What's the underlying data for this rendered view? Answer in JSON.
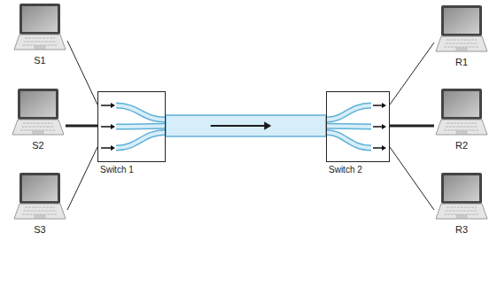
{
  "diagram": {
    "nodes": [
      {
        "text": [
          "S1"
        ]
      },
      {
        "text": [
          "S2"
        ]
      },
      {
        "text": [
          "S3"
        ]
      },
      {
        "text": [
          "Switch 1"
        ]
      },
      {
        "text": [
          "Switch 2"
        ]
      },
      {
        "text": [
          "R1"
        ]
      },
      {
        "text": [
          "R2"
        ]
      },
      {
        "text": [
          "R3"
        ]
      }
    ],
    "edges": [
      {
        "from": 0,
        "to": 3,
        "arrow": "none"
      },
      {
        "from": 1,
        "to": 3,
        "arrow": "none"
      },
      {
        "from": 2,
        "to": 3,
        "arrow": "none"
      },
      {
        "from": 3,
        "to": 4,
        "arrow": "to"
      },
      {
        "from": 4,
        "to": 5,
        "arrow": "none"
      },
      {
        "from": 4,
        "to": 6,
        "arrow": "none"
      },
      {
        "from": 4,
        "to": 7,
        "arrow": "none"
      }
    ]
  }
}
